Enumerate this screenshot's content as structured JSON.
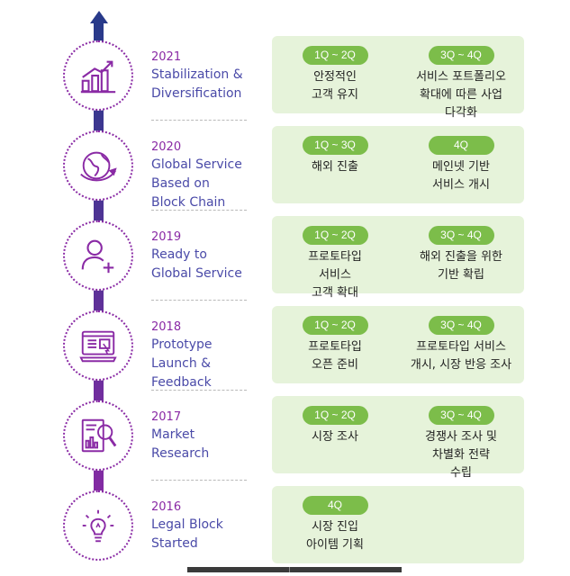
{
  "colors": {
    "spine_top": "#283a8a",
    "spine_bottom": "#8a2aa5",
    "year_text": "#8a2aa5",
    "label_text": "#4a4aa8",
    "panel_bg": "#e6f3da",
    "pill_bg": "#7cbd4a"
  },
  "milestones": [
    {
      "year": "2021",
      "label": "Stabilization &\nDiversification",
      "icon": "growth-chart-icon",
      "phases": [
        {
          "period": "1Q ~ 2Q",
          "text": "안정적인\n고객 유지"
        },
        {
          "period": "3Q ~ 4Q",
          "text": "서비스 포트폴리오\n확대에 따른 사업\n다각화"
        }
      ]
    },
    {
      "year": "2020",
      "label": "Global Service\nBased on\nBlock Chain",
      "icon": "globe-plane-icon",
      "phases": [
        {
          "period": "1Q ~ 3Q",
          "text": "해외 진출"
        },
        {
          "period": "4Q",
          "text": "메인넷 기반\n서비스 개시"
        }
      ]
    },
    {
      "year": "2019",
      "label": "Ready to\nGlobal Service",
      "icon": "add-user-icon",
      "phases": [
        {
          "period": "1Q ~ 2Q",
          "text": "프로토타입\n서비스\n고객 확대"
        },
        {
          "period": "3Q ~ 4Q",
          "text": "해외 진출을 위한\n기반 확립"
        }
      ]
    },
    {
      "year": "2018",
      "label": "Prototype\nLaunch &\nFeedback",
      "icon": "web-prototype-icon",
      "phases": [
        {
          "period": "1Q ~ 2Q",
          "text": "프로토타입\n오픈 준비"
        },
        {
          "period": "3Q ~ 4Q",
          "text": "프로토타입 서비스\n개시, 시장 반응 조사"
        }
      ]
    },
    {
      "year": "2017",
      "label": "Market\nResearch",
      "icon": "research-report-icon",
      "phases": [
        {
          "period": "1Q ~ 2Q",
          "text": "시장 조사"
        },
        {
          "period": "3Q ~ 4Q",
          "text": "경쟁사 조사 및\n차별화 전략\n수립"
        }
      ]
    },
    {
      "year": "2016",
      "label": "Legal Block\nStarted",
      "icon": "lightbulb-idea-icon",
      "phases": [
        {
          "period": "4Q",
          "text": "시장 진입\n아이템 기획"
        }
      ]
    }
  ]
}
